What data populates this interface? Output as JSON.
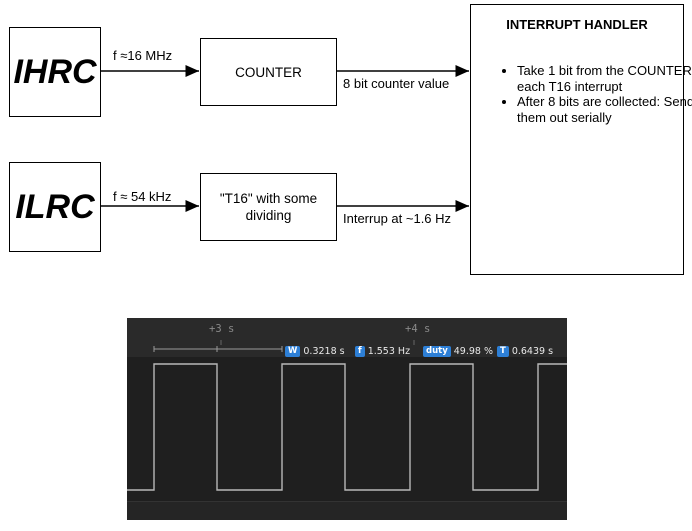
{
  "blocks": {
    "ihrc": "IHRC",
    "ilrc": "ILRC",
    "counter": "COUNTER",
    "t16": "\"T16\" with some dividing"
  },
  "edges": {
    "ihrc_freq": "f ≈16 MHz",
    "ilrc_freq": "f ≈ 54 kHz",
    "counter_out": "8 bit counter value",
    "t16_out": "Interrup at ~1.6 Hz"
  },
  "handler": {
    "title": "INTERRUPT HANDLER",
    "items": [
      "Take 1 bit from the COUNTER each T16 interrupt",
      "After 8 bits are collected: Send them out serially"
    ]
  },
  "scope": {
    "ticks": [
      "+3 s",
      "+4 s"
    ],
    "measurements": {
      "width_badge": "W",
      "width": "0.3218 s",
      "freq_badge": "f",
      "freq": "1.553 Hz",
      "duty_badge": "duty",
      "duty": "49.98 %",
      "period_badge": "T",
      "period": "0.6439 s"
    },
    "colors": {
      "background": "#1f1f1f",
      "trace": "#b8b8b8",
      "badge": "#2d7fd6"
    }
  }
}
